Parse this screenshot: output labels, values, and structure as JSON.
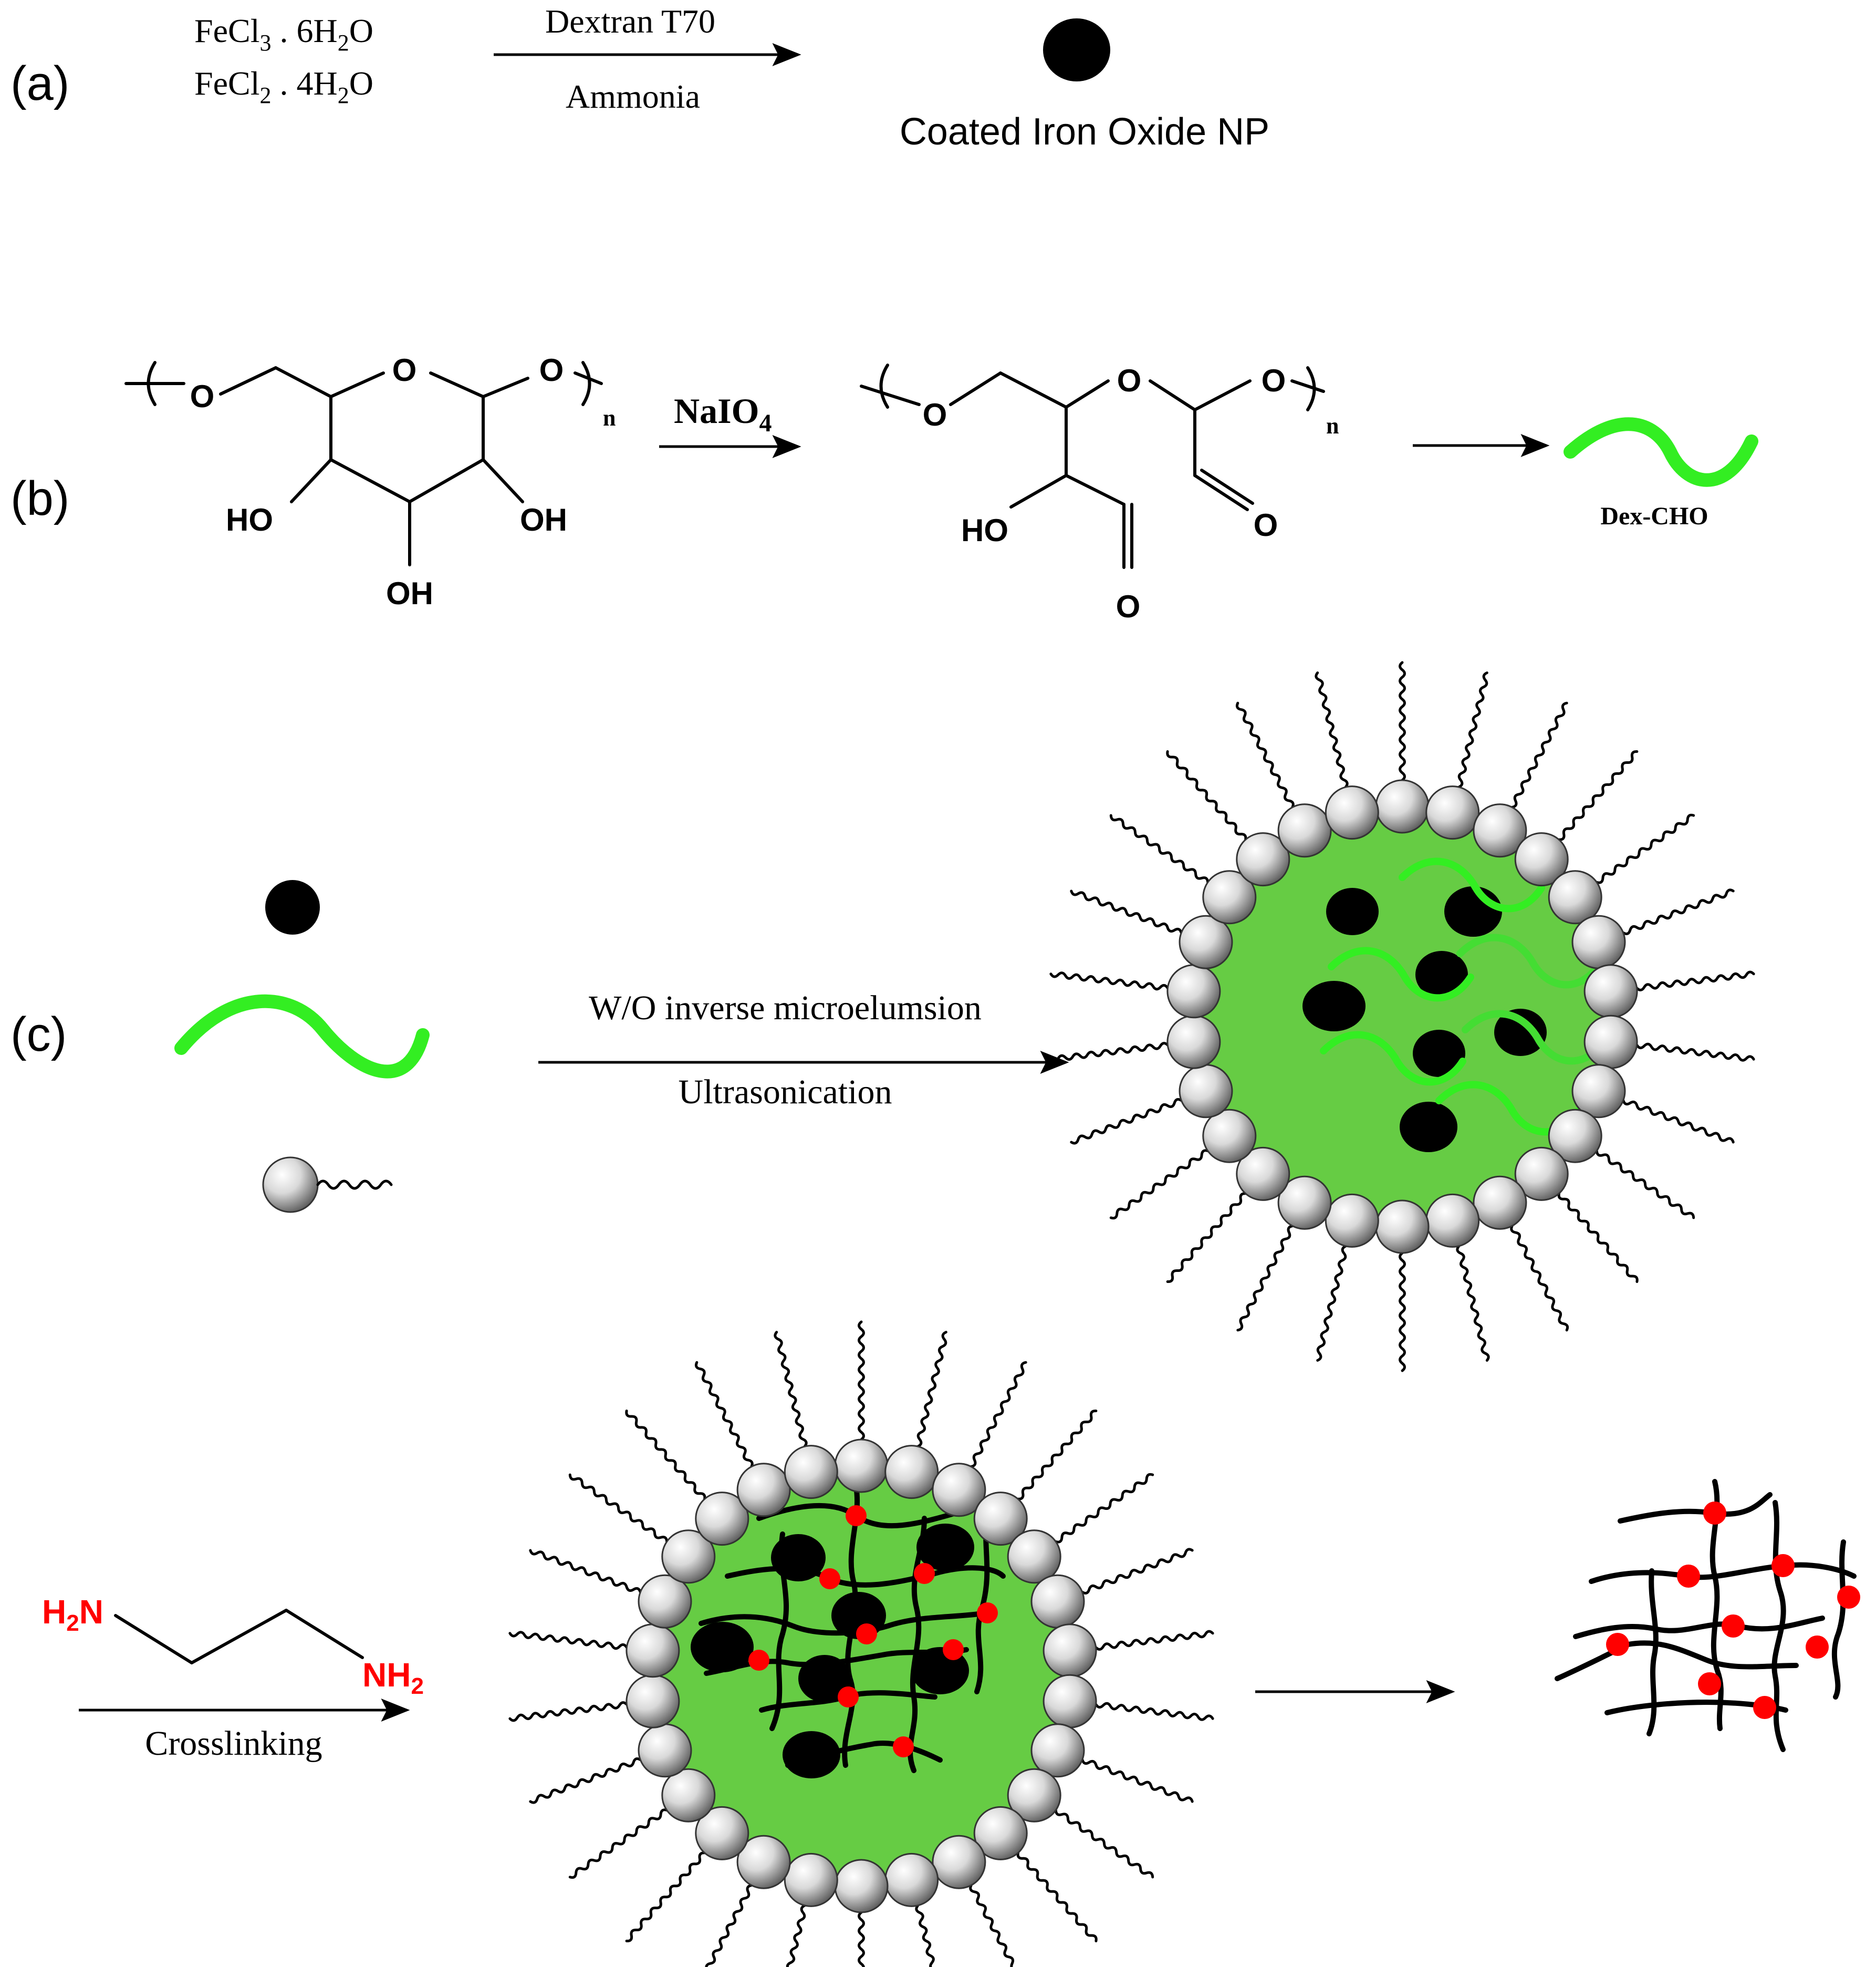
{
  "panels": {
    "a": "(a)",
    "b": "(b)",
    "c": "(c)"
  },
  "step_a": {
    "reagent1": {
      "base": "FeCl",
      "sub1": "3",
      "mid": " . 6H",
      "sub2": "2",
      "end": "O"
    },
    "reagent2": {
      "base": "FeCl",
      "sub1": "2",
      "mid": " . 4H",
      "sub2": "2",
      "end": "O"
    },
    "arrow_above": "Dextran T70",
    "arrow_below": "Ammonia",
    "product": "Coated Iron Oxide NP"
  },
  "step_b": {
    "ring_O": "O",
    "linker_O_left": "O",
    "linker_O_right": "O",
    "repeat_n": "n",
    "hydroxyls": [
      "HO",
      "OH",
      "OH"
    ],
    "oxidant": {
      "base": "NaIO",
      "sub": "4"
    },
    "product_O_left": "O",
    "product_O_mid": "O",
    "product_O_right": "O",
    "product_n": "n",
    "product_HO": "HO",
    "aldehyde_O_1": "O",
    "aldehyde_O_2": "O",
    "product_label": "Dex-CHO"
  },
  "step_c": {
    "arrow_above": "W/O inverse microelumsion",
    "arrow_below": "Ultrasonication",
    "crosslinker": {
      "left": {
        "base": "H",
        "sub": "2",
        "end": "N"
      },
      "right": {
        "base": "NH",
        "sub": "2"
      }
    },
    "arrow2_below": "Crosslinking"
  },
  "colors": {
    "dextran_green": "#33ee22",
    "droplet_green": "#66cc44",
    "crosslink_red": "#ff0000",
    "nanoparticle": "#000000"
  }
}
